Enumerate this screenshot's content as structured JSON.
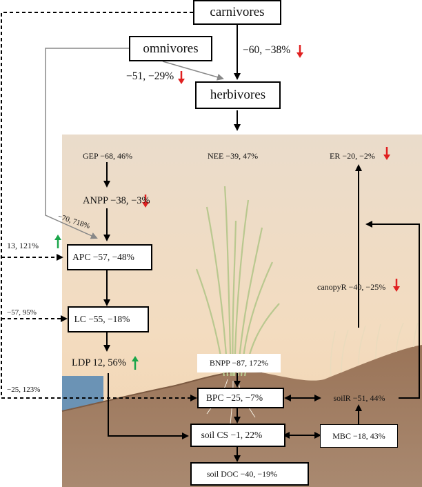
{
  "colors": {
    "up": "#1aa64a",
    "down": "#e02020",
    "grey": "#888888",
    "line": "#000000"
  },
  "top": {
    "carnivores": "carnivores",
    "omnivores": "omnivores",
    "herbivores": "herbivores",
    "carn_herb": "−60, −38%",
    "omni_herb": "−51, −29%"
  },
  "nodes": {
    "gep": "GEP −68, 46%",
    "nee": "NEE −39, 47%",
    "er": "ER −20, −2%",
    "anpp": "ANPP −38, −3%",
    "apc": "APC −57, −48%",
    "lc": "LC −55, −18%",
    "ldp": "LDP 12, 56%",
    "bnpp": "BNPP −87, 172%",
    "bpc": "BPC −25, −7%",
    "soil_cs": "soil CS −1, 22%",
    "soil_doc": "soil DOC −40, −19%",
    "soilr": "soilR −51, 44%",
    "mbc": "MBC −18, 43%",
    "canopyr": "canopyR −40, −25%"
  },
  "links": {
    "omni_apc": "−70, 718%",
    "carn_apc": "13, 121%",
    "carn_lc": "−57, 95%",
    "carn_bpc": "−25, 123%"
  }
}
